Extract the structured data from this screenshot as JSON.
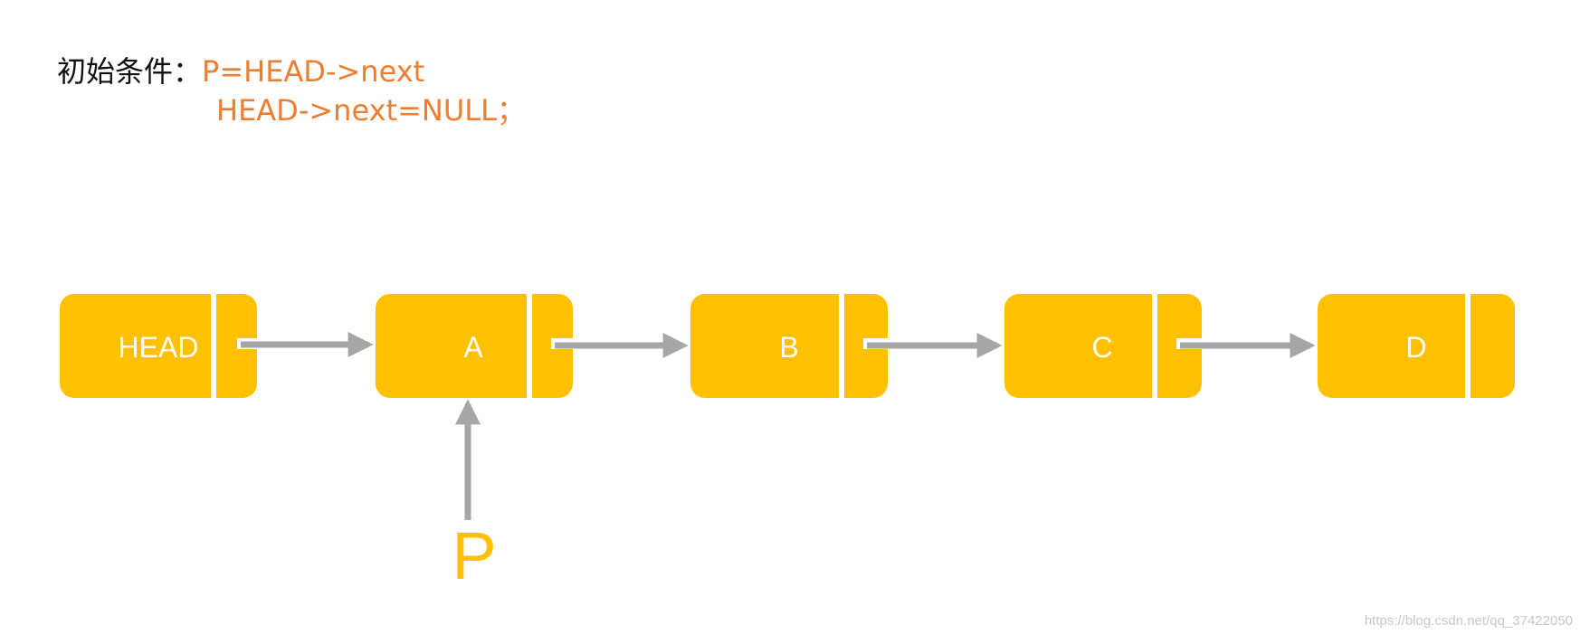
{
  "condition": {
    "label": "初始条件：",
    "line1": "P=HEAD->next",
    "line2": "HEAD->next=NULL；"
  },
  "nodes": [
    {
      "id": "head",
      "label": "HEAD"
    },
    {
      "id": "a",
      "label": "A"
    },
    {
      "id": "b",
      "label": "B"
    },
    {
      "id": "c",
      "label": "C"
    },
    {
      "id": "d",
      "label": "D"
    }
  ],
  "pointer": {
    "label": "P",
    "target": "A"
  },
  "watermark": "https://blog.csdn.net/qq_37422050",
  "colors": {
    "node_fill": "#FFC000",
    "node_text": "#FFFFFF",
    "arrow": "#A6A6A6",
    "code_text": "#ED7D31",
    "pointer_label": "#FFC000"
  }
}
